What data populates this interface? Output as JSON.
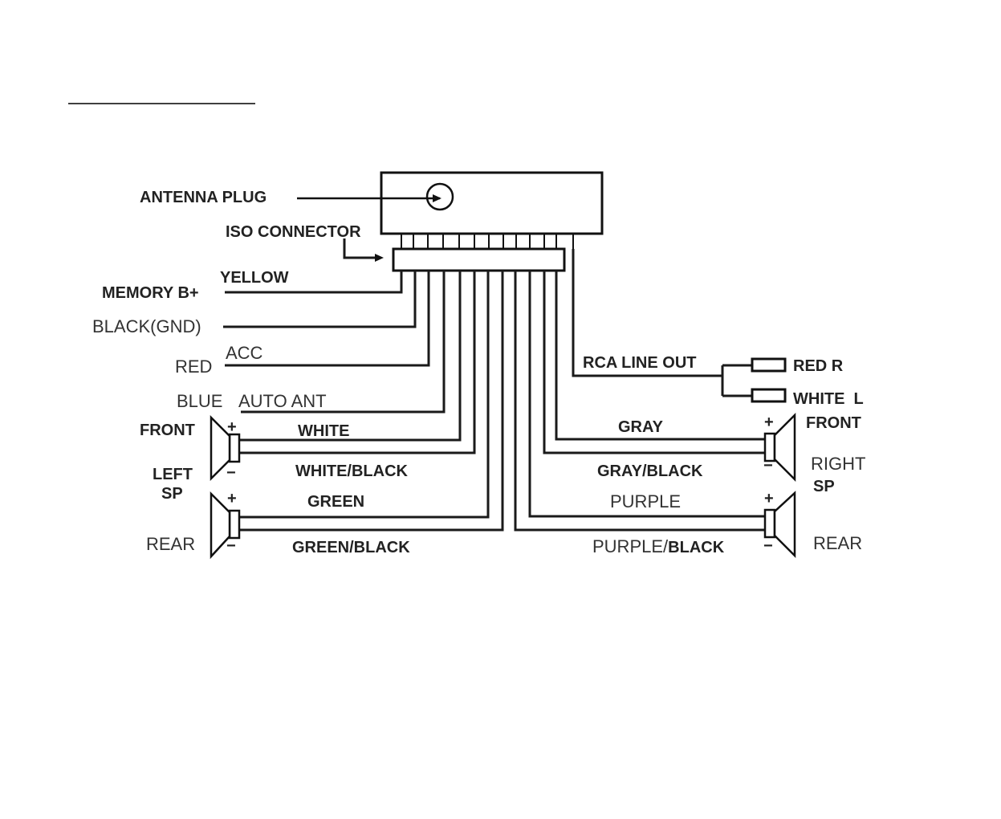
{
  "labels": {
    "antenna_plug": "ANTENNA PLUG",
    "iso_connector": "ISO CONNECTOR",
    "memory_b": "MEMORY B+",
    "yellow": "YELLOW",
    "black_gnd": "BLACK(GND)",
    "red": "RED",
    "acc": "ACC",
    "blue": "BLUE",
    "auto_ant": "AUTO ANT",
    "rca_line_out": "RCA LINE OUT",
    "red_r": "RED R",
    "white_l": "WHITE  L",
    "front_left": "FRONT",
    "left_sp_1": "LEFT",
    "left_sp_2": "SP",
    "rear_left": "REAR",
    "front_right": "FRONT",
    "right_sp_1": "RIGHT",
    "right_sp_2": "SP",
    "rear_right": "REAR",
    "white": "WHITE",
    "white_black": "WHITE/BLACK",
    "green": "GREEN",
    "green_black": "GREEN/BLACK",
    "gray": "GRAY",
    "gray_black": "GRAY/BLACK",
    "purple": "PURPLE",
    "purple_black_a": "PURPLE/",
    "purple_black_b": "BLACK",
    "plus": "+",
    "minus": "−"
  }
}
